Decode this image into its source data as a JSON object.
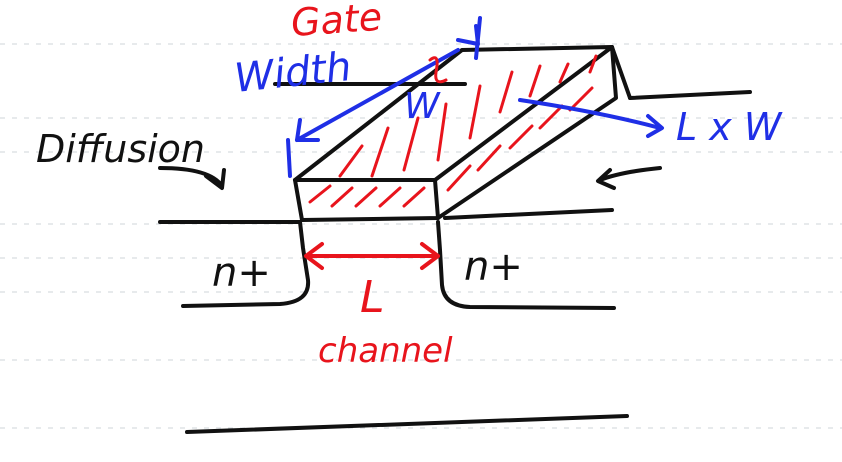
{
  "colors": {
    "ink": "#111111",
    "red": "#e8141c",
    "blue": "#1f2fe6",
    "ruled_line": "#cfd4da"
  },
  "labels": {
    "gate": "Gate",
    "width": "Width",
    "w": "W",
    "l_x_w": "L x W",
    "diffusion": "Diffusion",
    "n_plus_left": "n+",
    "n_plus_right": "n+",
    "length": "L",
    "channel": "channel"
  }
}
